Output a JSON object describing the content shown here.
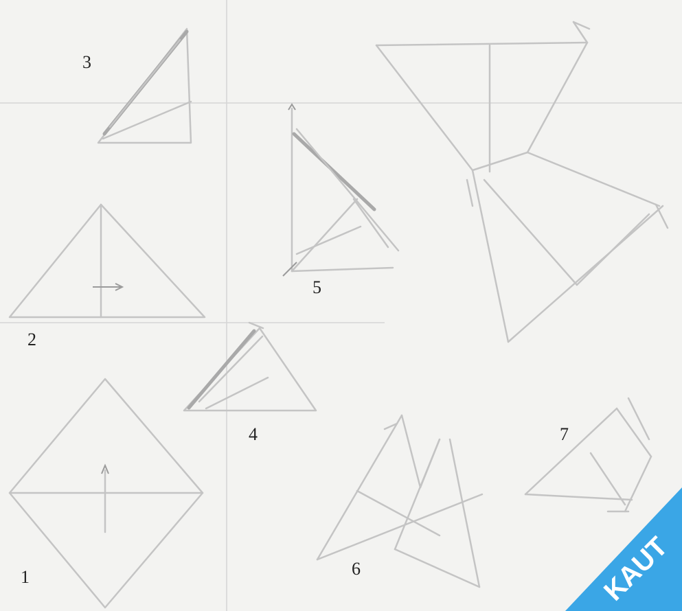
{
  "steps": [
    {
      "number": "1"
    },
    {
      "number": "2"
    },
    {
      "number": "3"
    },
    {
      "number": "4"
    },
    {
      "number": "5"
    },
    {
      "number": "6"
    },
    {
      "number": "7"
    }
  ],
  "watermark": {
    "text": "KAUT",
    "color": "#3aa6e6"
  },
  "colors": {
    "line": "#c4c4c4",
    "background": "#f3f3f1"
  }
}
